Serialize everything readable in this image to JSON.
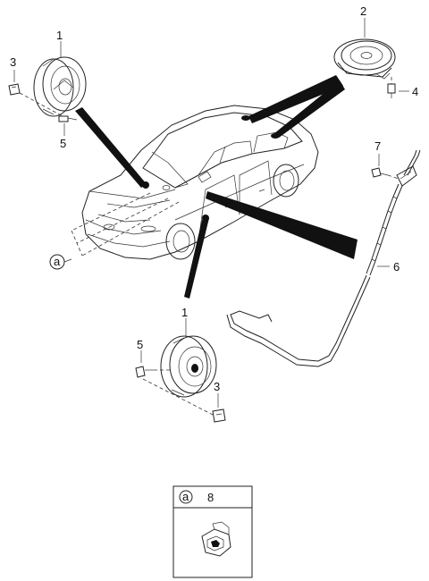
{
  "callouts": {
    "front_left_speaker": "1",
    "rear_speaker": "2",
    "bracket_top_left": "3",
    "rear_screw": "4",
    "screw_top_left": "5",
    "antenna_cable": "6",
    "antenna_screw": "7",
    "front_right_speaker": "1",
    "screw_bottom": "5",
    "bracket_bottom": "3",
    "ref_a": "a"
  },
  "inset": {
    "ref_letter": "a",
    "part_number": "8"
  }
}
